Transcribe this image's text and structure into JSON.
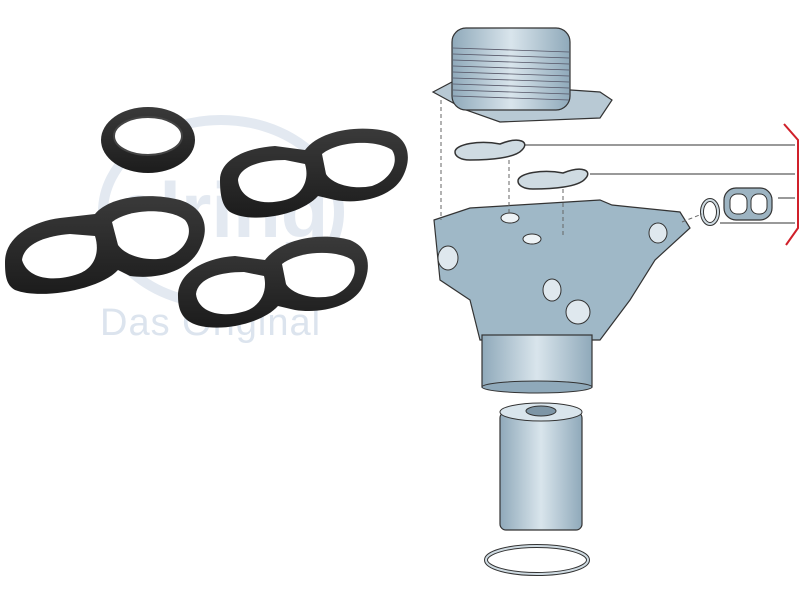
{
  "watermark": {
    "brand": "elring",
    "tagline": "Das Original",
    "color": "#dce4ee"
  },
  "product_photo": {
    "description": "Oil cooler gasket set",
    "items": [
      {
        "name": "round-seal-ring",
        "count": 1
      },
      {
        "name": "double-d-gasket",
        "count": 3
      }
    ],
    "gasket_color": "#2a2a2a"
  },
  "diagram": {
    "description": "Exploded view: oil cooler, oil filter housing, filter element, seals",
    "parts": [
      "oil-cooler",
      "cooler-gasket-upper",
      "cooler-gasket-lower",
      "filter-housing",
      "side-o-ring",
      "side-double-gasket",
      "filter-element",
      "filter-o-ring"
    ],
    "metal_color": "#a9c1cf",
    "bracket_color": "#d0202a"
  }
}
